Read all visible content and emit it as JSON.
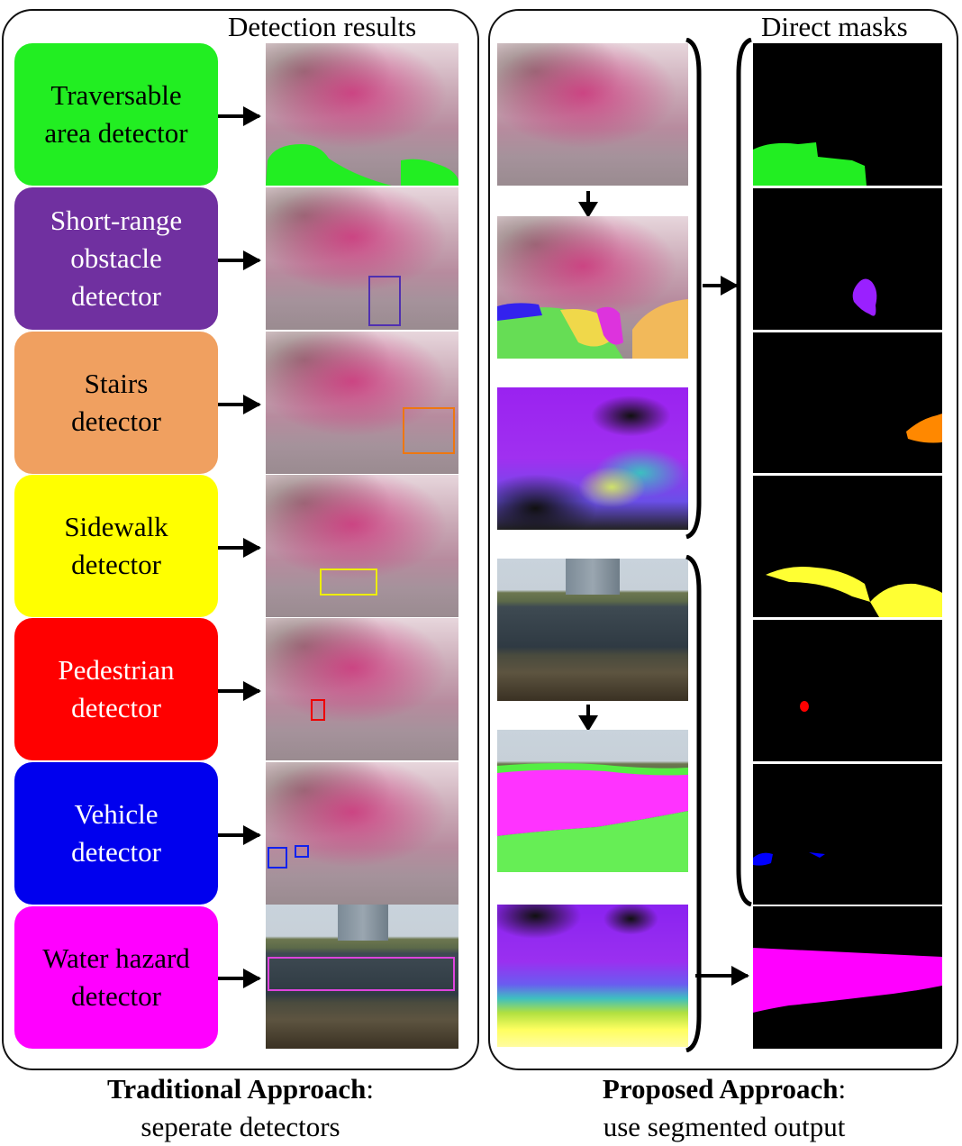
{
  "left_panel": {
    "title": "Detection results",
    "detectors": [
      {
        "label": "Traversable\narea detector",
        "color": "#22ee22",
        "text_color": "#000000"
      },
      {
        "label": "Short-range\nobstacle\ndetector",
        "color": "#7030a0",
        "text_color": "#ffffff"
      },
      {
        "label": "Stairs\ndetector",
        "color": "#f0a060",
        "text_color": "#000000"
      },
      {
        "label": "Sidewalk\ndetector",
        "color": "#ffff00",
        "text_color": "#000000"
      },
      {
        "label": "Pedestrian\ndetector",
        "color": "#ff0000",
        "text_color": "#ffffff"
      },
      {
        "label": "Vehicle\ndetector",
        "color": "#0000ee",
        "text_color": "#ffffff"
      },
      {
        "label": "Water hazard\ndetector",
        "color": "#ff00ff",
        "text_color": "#000000"
      }
    ]
  },
  "right_panel": {
    "title": "Direct masks"
  },
  "captions": {
    "left_bold": "Traditional Approach",
    "left_colon": ":",
    "left_sub": "seperate detectors",
    "right_bold": "Proposed Approach",
    "right_colon": ":",
    "right_sub": "use segmented output"
  },
  "mask_colors": {
    "traversable": "#22ee22",
    "obstacle": "#9a20ff",
    "stairs": "#ff8800",
    "sidewalk": "#ffff00",
    "pedestrian": "#ff0000",
    "vehicle": "#0000ff",
    "water": "#ff00ff"
  }
}
